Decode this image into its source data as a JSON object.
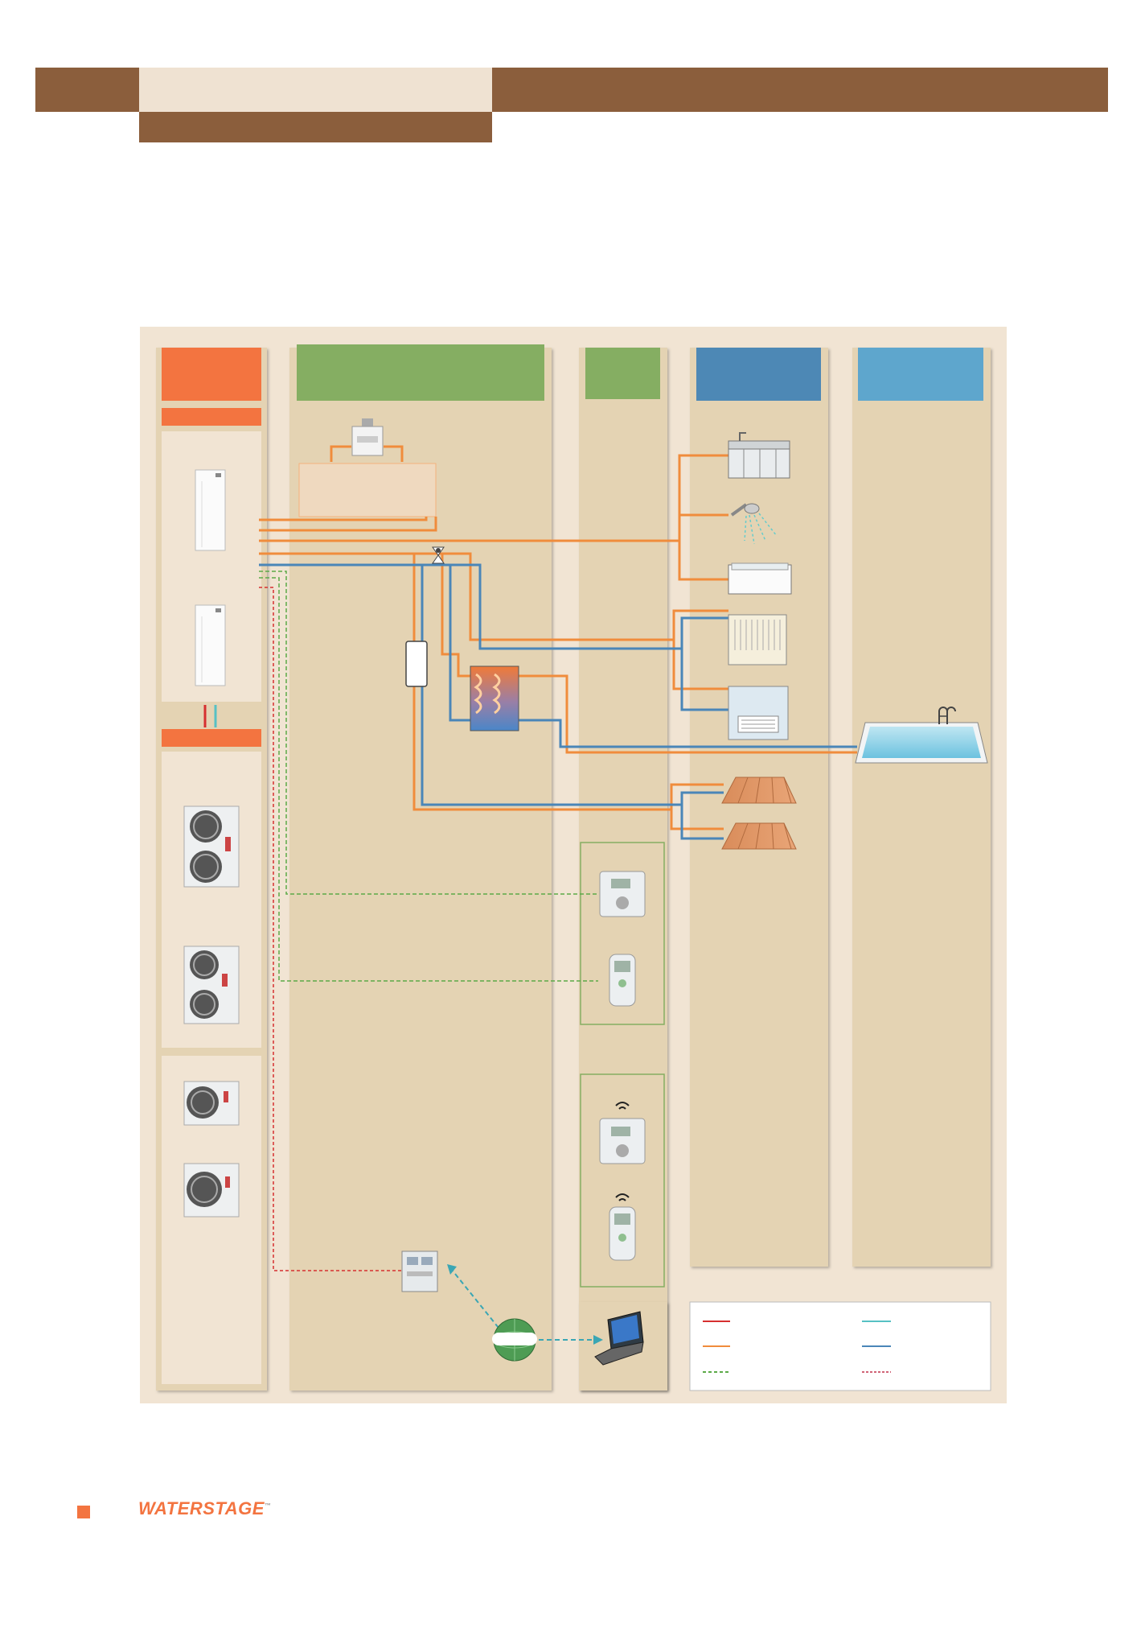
{
  "brand": {
    "logo_text": "WATERSTAGE",
    "trademark": "™"
  },
  "colors": {
    "brown_band": "#8b5e3c",
    "cream_band": "#efe2d2",
    "panel_background": "#f1e4d3",
    "column_background": "#e4d3b3",
    "orange_header": "#f37440",
    "green_header": "#85ae62",
    "blue_header": "#4d88b5",
    "light_blue_header": "#5ea6cd",
    "hot_pipe": "#f08c3c",
    "cold_pipe": "#4a86b8",
    "control_line": "#5caa48",
    "power_line": "#d62f2f",
    "refrigerant_line": "#56c1c4",
    "network_line": "#3aa6b4"
  },
  "legend": {
    "entries": [
      {
        "line_style": "solid",
        "color": "#d62f2f"
      },
      {
        "line_style": "solid",
        "color": "#56c1c4"
      },
      {
        "line_style": "solid",
        "color": "#f08c3c"
      },
      {
        "line_style": "solid",
        "color": "#4a86b8"
      },
      {
        "line_style": "dashed",
        "color": "#5caa48"
      },
      {
        "line_style": "dashed",
        "color": "#c0304a"
      }
    ]
  },
  "icons": [
    "indoor-hydro-unit-icon",
    "outdoor-heat-pump-icon",
    "boiler-icon",
    "three-way-valve-icon",
    "buffer-tank-icon",
    "dhw-tank-icon",
    "kitchen-sink-icon",
    "shower-icon",
    "bathtub-icon",
    "radiator-icon",
    "fan-coil-icon",
    "underfloor-heating-icon",
    "swimming-pool-icon",
    "room-thermostat-icon",
    "wired-remote-icon",
    "wireless-thermostat-icon",
    "wireless-remote-icon",
    "web-server-icon",
    "internet-globe-icon",
    "laptop-icon"
  ]
}
